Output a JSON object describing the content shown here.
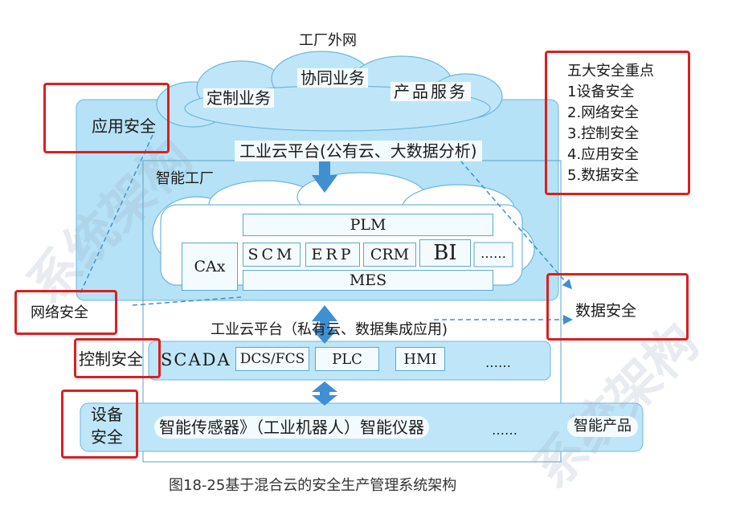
{
  "diagram": {
    "title_top": "工厂外网",
    "cloud_top": [
      "定制业务",
      "协同业务",
      "产品服务"
    ],
    "public_cloud": "工业云平台(公有云、大数据分析)",
    "smart_factory": "智能工厂",
    "modules": {
      "plm": "PLM",
      "cax": "CAx",
      "scm": "SCM",
      "erp": "ERP",
      "crm": "CRM",
      "bi": "BI",
      "dots": "……",
      "mes": "MES"
    },
    "private_cloud": "工业云平台（私有云、数据集成应用)",
    "control_row": [
      "SCADA",
      "DCS/FCS",
      "PLC",
      "HMI",
      "……"
    ],
    "device_row": {
      "main": "智能传感器》（工业机器人）智能仪器",
      "dots": "……",
      "product": "智能产品"
    },
    "security_labels": {
      "app": "应用安全",
      "network": "网络安全",
      "control": "控制安全",
      "device_line1": "设备",
      "device_line2": "安全",
      "data": "数据安全"
    },
    "key_points": {
      "title": "五大安全重点",
      "items": [
        "1设备安全",
        "2.网络安全",
        "3.控制安全",
        "4.应用安全",
        "5.数据安全"
      ]
    },
    "caption": "图18-25基于混合云的安全生产管理系统架构",
    "colors": {
      "panel": "#aee0f5",
      "cloud": "#b9e3f6",
      "arrow": "#3f8fd2",
      "highlight": "#d9201f"
    }
  }
}
